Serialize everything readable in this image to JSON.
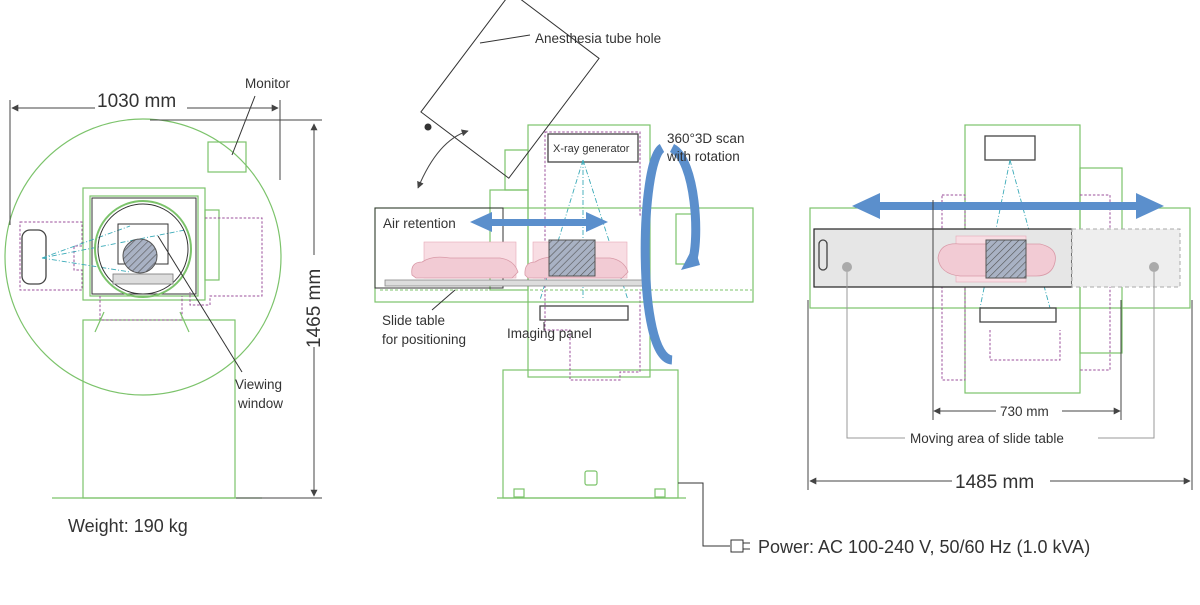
{
  "labels": {
    "width_front": "1030 mm",
    "monitor": "Monitor",
    "height": "1465 mm",
    "viewing_window_l1": "Viewing",
    "viewing_window_l2": "window",
    "weight": "Weight: 190 kg",
    "anesthesia": "Anesthesia tube hole",
    "xray": "X-ray generator",
    "scan_l1": "360°3D scan",
    "scan_l2": "with rotation",
    "air": "Air retention",
    "slide_l1": "Slide table",
    "slide_l2": "for positioning",
    "imaging": "Imaging panel",
    "power": "Power: AC 100-240 V, 50/60 Hz (1.0 kVA)",
    "width_730": "730 mm",
    "moving_area": "Moving area of slide table",
    "length_top": "1485 mm"
  },
  "colors": {
    "outline": "#7cc36b",
    "internal": "#9b4f9b",
    "beam": "#3aaab8",
    "arrow": "#5b8fcc",
    "specimen": "#f2cbd4"
  }
}
